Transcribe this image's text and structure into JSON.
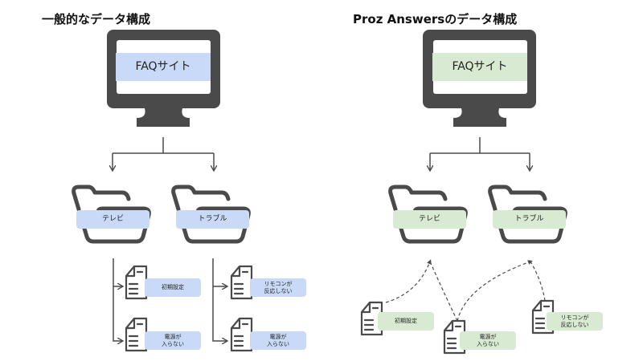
{
  "colors": {
    "icon_stroke": "#4a4a4a",
    "left_label_bg": "#c9daf8",
    "right_label_bg": "#d9ead3"
  },
  "left": {
    "title": "一般的なデータ構成",
    "site_label": "FAQサイト",
    "folders": [
      {
        "label": "テレビ",
        "docs": [
          "初期設定",
          "電源が\n入らない"
        ]
      },
      {
        "label": "トラブル",
        "docs": [
          "リモコンが\n反応しない",
          "電源が\n入らない"
        ]
      }
    ]
  },
  "right": {
    "title": "Proz Answersのデータ構成",
    "site_label": "FAQサイト",
    "folders": [
      {
        "label": "テレビ"
      },
      {
        "label": "トラブル"
      }
    ],
    "docs": [
      "初期設定",
      "電源が\n入らない",
      "リモコンが\n反応しない"
    ]
  }
}
